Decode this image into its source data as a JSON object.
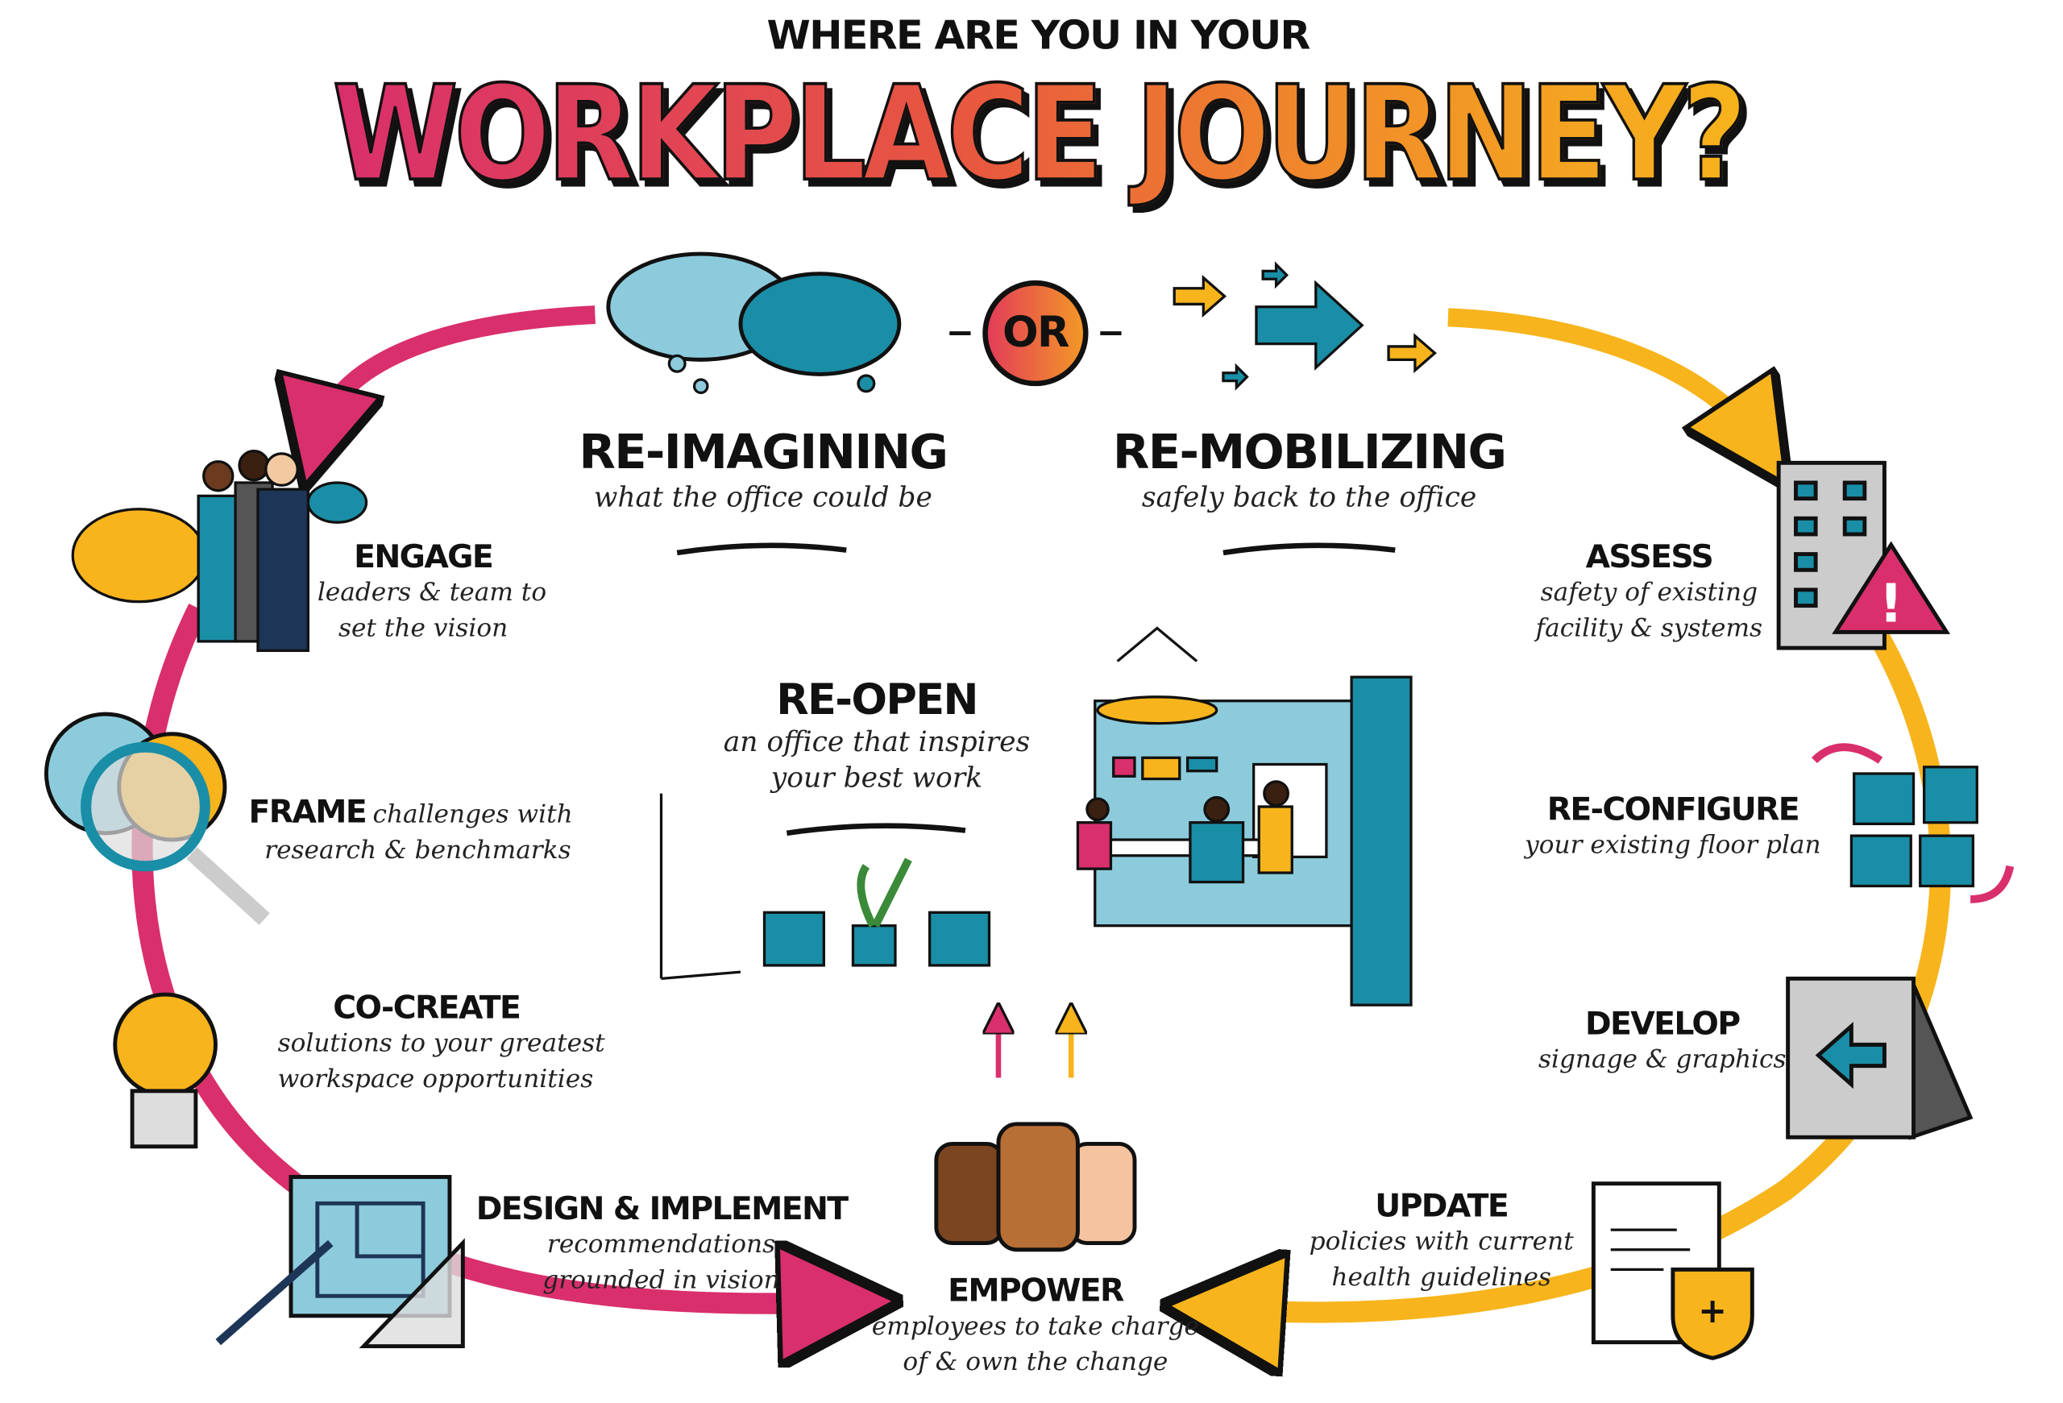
{
  "header": {
    "subtitle": "WHERE ARE YOU IN YOUR",
    "title": "WORKPLACE JOURNEY?"
  },
  "paths": {
    "or": "OR",
    "reimagining": {
      "title": "RE-IMAGINING",
      "subtitle": "what the office could be"
    },
    "remobilizing": {
      "title": "RE-MOBILIZING",
      "subtitle": "safely back to the office"
    }
  },
  "center": {
    "title": "RE-OPEN",
    "line1": "an office that inspires",
    "line2": "your best work"
  },
  "left_steps": [
    {
      "title": "ENGAGE",
      "line1": "leaders & team to",
      "line2": "set the vision"
    },
    {
      "title": "FRAME",
      "inline": "challenges with",
      "line2": "research & benchmarks"
    },
    {
      "title": "CO-CREATE",
      "line1": "solutions to your greatest",
      "line2": "workspace opportunities"
    },
    {
      "title": "DESIGN & IMPLEMENT",
      "line1": "recommendations",
      "line2": "grounded in vision"
    }
  ],
  "bottom": {
    "title": "EMPOWER",
    "line1": "employees to take charge",
    "line2": "of & own the change"
  },
  "right_steps": [
    {
      "title": "ASSESS",
      "line1": "safety of existing",
      "line2": "facility & systems"
    },
    {
      "title": "RE-CONFIGURE",
      "line1": "your existing floor plan"
    },
    {
      "title": "DEVELOP",
      "line1": "signage & graphics"
    },
    {
      "title": "UPDATE",
      "line1": "policies with current",
      "line2": "health guidelines"
    }
  ],
  "colors": {
    "pink": "#d92f6c",
    "yellow": "#f7b41c",
    "teal": "#1a8ea6",
    "lightblue": "#8ccbdc",
    "orange": "#ee6b2f"
  }
}
